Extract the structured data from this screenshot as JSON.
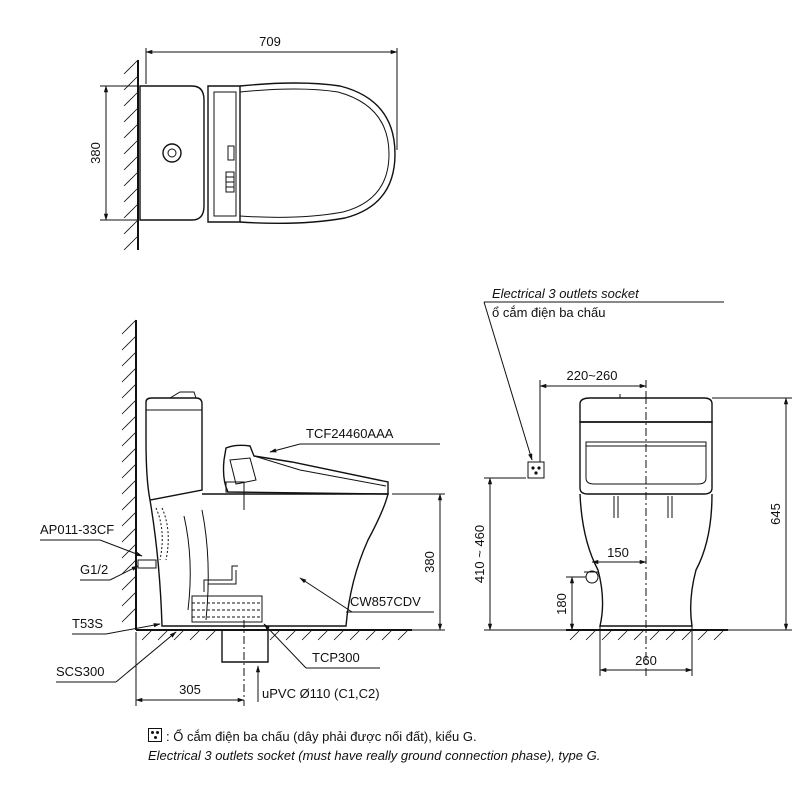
{
  "dimensions": {
    "top_width": "709",
    "top_depth": "380",
    "seat_height": "380",
    "rough_in": "305",
    "socket_width": "220~260",
    "socket_height": "410 ~ 460",
    "total_height": "645",
    "supply_offset": "150",
    "supply_height": "180",
    "base_width": "260"
  },
  "parts": {
    "seat": "TCF24460AAA",
    "toilet": "CW857CDV",
    "valve": "AP011-33CF",
    "thread": "G1/2",
    "flange": "T53S",
    "outlet": "SCS300",
    "pipe_part": "TCP300",
    "pipe": "uPVC Ø110 (C1,C2)"
  },
  "socket": {
    "label_en": "Electrical 3 outlets socket",
    "label_vi": "ổ cắm điện ba chấu"
  },
  "note": {
    "line1": ": Ổ cắm điện ba chấu (dây phải được nối đất), kiểu G.",
    "line2": "Electrical 3 outlets socket (must have really ground connection phase), type G."
  }
}
